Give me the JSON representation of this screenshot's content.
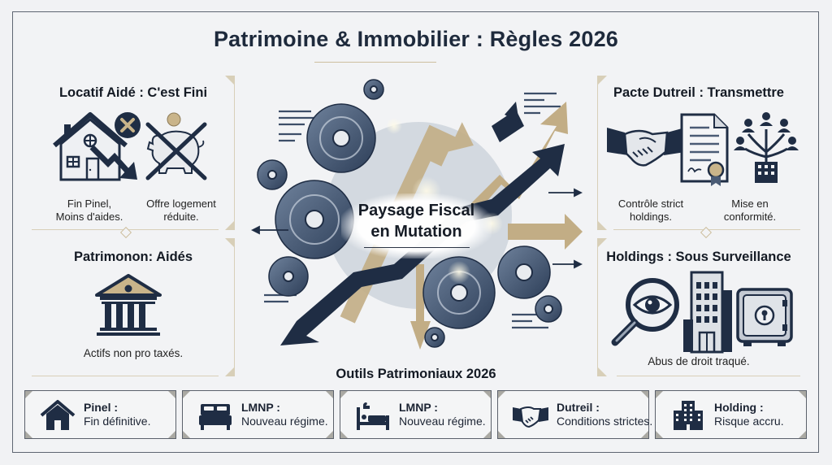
{
  "header": {
    "title": "Patrimoine & Immobilier : Règles 2026"
  },
  "panels": {
    "locatif": {
      "title": "Locatif Aidé : C'est Fini",
      "icons": [
        "house-down-arrow-icon",
        "cancel-x-icon",
        "piggy-bank-crossed-icon"
      ],
      "captions": [
        "Fin Pinel,\nMoins d'aides.",
        "Offre logement\nréduite."
      ],
      "caption_lines": [
        [
          "Fin Pinel,",
          "Moins d'aides."
        ],
        [
          "Offre logement",
          "réduite."
        ]
      ]
    },
    "patrimoine": {
      "title": "Patrimonon: Aidés",
      "icons": [
        "bank-building-icon"
      ],
      "caption": "Actifs non pro taxés."
    },
    "dutreil": {
      "title": "Pacte Dutreil : Transmettre",
      "icons": [
        "handshake-icon",
        "certificate-document-icon",
        "family-tree-company-icon"
      ],
      "caption_lines": [
        [
          "Contrôle strict",
          "holdings."
        ],
        [
          "Mise en",
          "conformité."
        ]
      ]
    },
    "holdings": {
      "title": "Holdings : Sous Surveillance",
      "icons": [
        "magnifier-eye-icon",
        "office-building-icon",
        "safe-icon"
      ],
      "caption": "Abus de droit traqué."
    }
  },
  "center": {
    "label_line1": "Paysage Fiscal",
    "label_line2": "en Mutation",
    "art": "gears-and-arrows-illustration"
  },
  "tools": {
    "heading": "Outils Patrimoniaux 2026",
    "items": [
      {
        "name": "Pinel :",
        "desc": "Fin définitive.",
        "icon": "house-icon"
      },
      {
        "name": "LMNP :",
        "desc": "Nouveau régime.",
        "icon": "double-bed-icon"
      },
      {
        "name": "LMNP :",
        "desc": "Nouveau régime.",
        "icon": "single-bed-icon"
      },
      {
        "name": "Dutreil :",
        "desc": "Conditions strictes.",
        "icon": "handshake-icon"
      },
      {
        "name": "Holding :",
        "desc": "Risque accru.",
        "icon": "buildings-icon"
      }
    ]
  },
  "colors": {
    "navy": "#1f2d44",
    "steel": "#4a5b75",
    "gold": "#c9b48a",
    "rule": "#d8cfb8",
    "background": "#f1f2f4",
    "frame": "#5f6672"
  }
}
